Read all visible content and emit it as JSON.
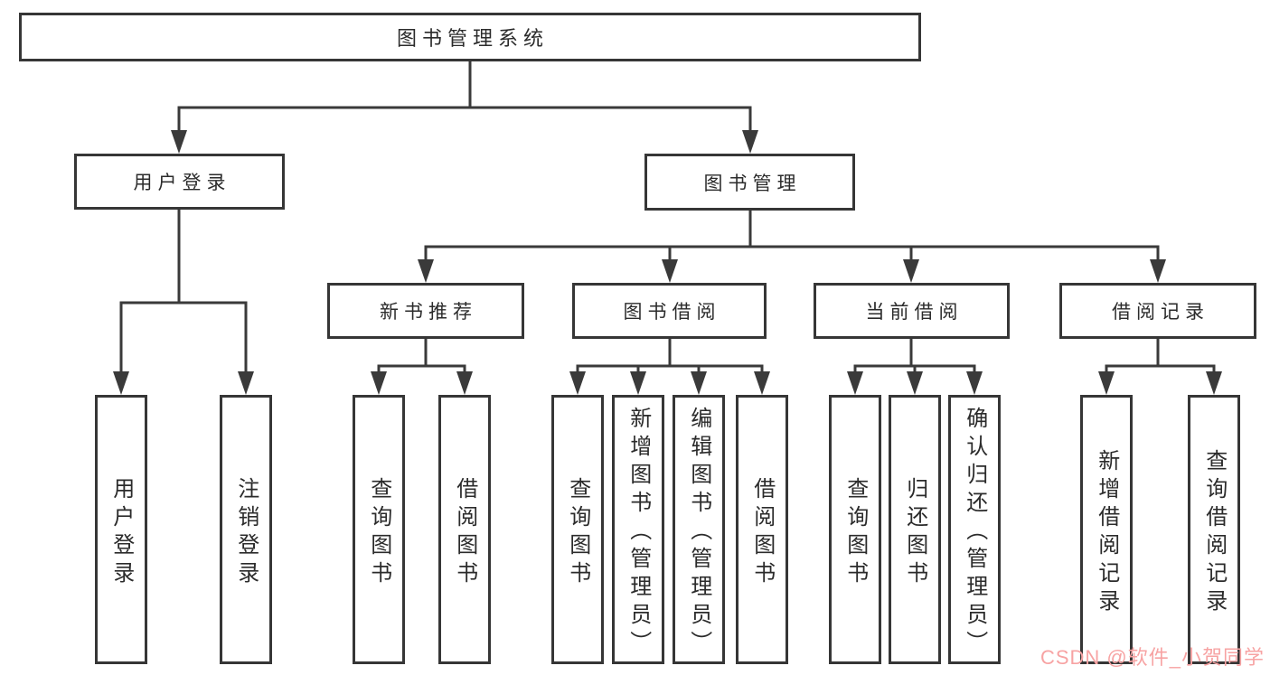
{
  "diagram": {
    "title": "图书管理系统",
    "tree": {
      "root": {
        "label": "图书管理系统",
        "children": [
          {
            "label": "用户登录",
            "children": [
              {
                "label": "用户登录"
              },
              {
                "label": "注销登录"
              }
            ]
          },
          {
            "label": "图书管理",
            "children": [
              {
                "label": "新书推荐",
                "children": [
                  {
                    "label": "查询图书"
                  },
                  {
                    "label": "借阅图书"
                  }
                ]
              },
              {
                "label": "图书借阅",
                "children": [
                  {
                    "label": "查询图书"
                  },
                  {
                    "label": "新增图书（管理员）"
                  },
                  {
                    "label": "编辑图书（管理员）"
                  },
                  {
                    "label": "借阅图书"
                  }
                ]
              },
              {
                "label": "当前借阅",
                "children": [
                  {
                    "label": "查询图书"
                  },
                  {
                    "label": "归还图书"
                  },
                  {
                    "label": "确认归还（管理员）"
                  }
                ]
              },
              {
                "label": "借阅记录",
                "children": [
                  {
                    "label": "新增借阅记录"
                  },
                  {
                    "label": "查询借阅记录"
                  }
                ]
              }
            ]
          }
        ]
      }
    },
    "colors": {
      "background": "#ffffff",
      "line": "#3a3a3a",
      "box_border": "#363636",
      "text": "#2b2b2b",
      "watermark": "#f7a3a3"
    }
  },
  "watermark": {
    "text": "CSDN @软件_小贺同学"
  }
}
